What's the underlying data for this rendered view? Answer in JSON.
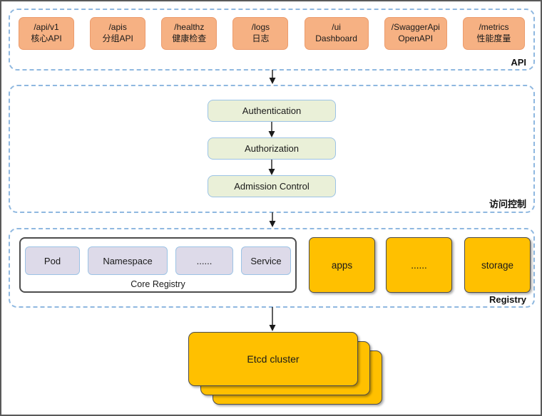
{
  "diagram": {
    "api_section": {
      "corner_label": "API",
      "endpoints": [
        {
          "path": "/api/v1",
          "desc": "核心API"
        },
        {
          "path": "/apis",
          "desc": "分组API"
        },
        {
          "path": "/healthz",
          "desc": "健康检查"
        },
        {
          "path": "/logs",
          "desc": "日志"
        },
        {
          "path": "/ui",
          "desc": "Dashboard"
        },
        {
          "path": "/SwaggerApi",
          "desc": "OpenAPI"
        },
        {
          "path": "/metrics",
          "desc": "性能度量"
        }
      ]
    },
    "access_section": {
      "corner_label": "访问控制",
      "steps": [
        {
          "label": "Authentication"
        },
        {
          "label": "Authorization"
        },
        {
          "label": "Admission Control"
        }
      ]
    },
    "registry_section": {
      "corner_label": "Registry",
      "core_registry": {
        "label": "Core Registry",
        "items": [
          {
            "label": "Pod"
          },
          {
            "label": "Namespace"
          },
          {
            "label": "......"
          },
          {
            "label": "Service"
          }
        ]
      },
      "groups": [
        {
          "label": "apps"
        },
        {
          "label": "......"
        },
        {
          "label": "storage"
        }
      ]
    },
    "etcd": {
      "label": "Etcd cluster"
    }
  },
  "colors": {
    "api_endpoint_fill": "#F6B183",
    "api_endpoint_border": "#EC9C6D",
    "access_step_fill": "#EAF0D8",
    "registry_item_fill": "#DDDAE9",
    "light_blue_border": "#9CC3E5",
    "dashed_container_border": "#8FB8E0",
    "group_fill": "#FFC000",
    "dark_border": "#4D4D4D"
  }
}
